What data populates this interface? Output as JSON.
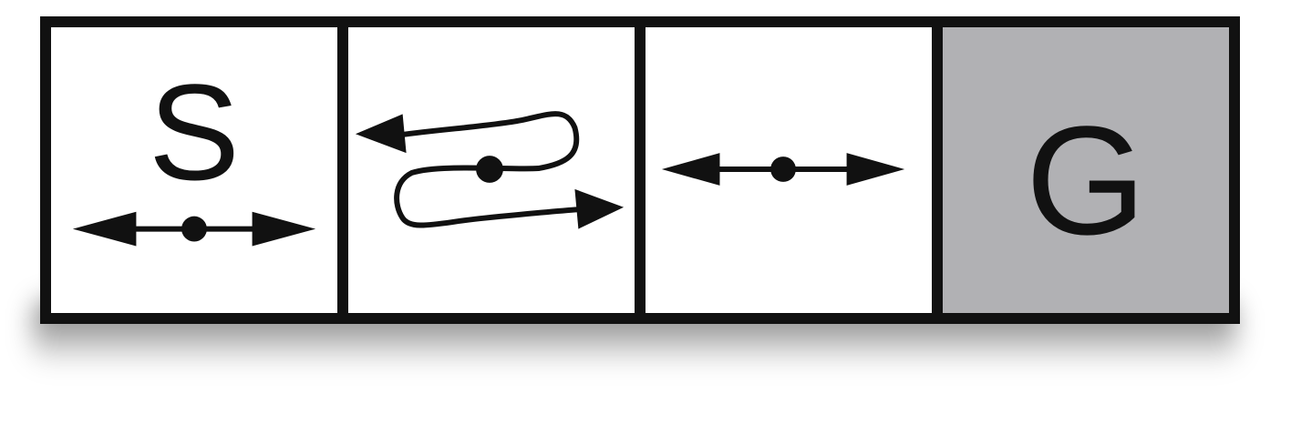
{
  "diagram": {
    "cells": [
      {
        "id": "cell-1",
        "label": "S",
        "motion": "left-right-arrow",
        "shaded": false
      },
      {
        "id": "cell-2",
        "label": "",
        "motion": "random-walk-arrow",
        "shaded": false
      },
      {
        "id": "cell-3",
        "label": "",
        "motion": "left-right-arrow",
        "shaded": false
      },
      {
        "id": "cell-4",
        "label": "G",
        "motion": "",
        "shaded": true
      }
    ],
    "colors": {
      "border": "#111111",
      "cell_fill": "#ffffff",
      "goal_fill": "#b1b1b4"
    }
  }
}
